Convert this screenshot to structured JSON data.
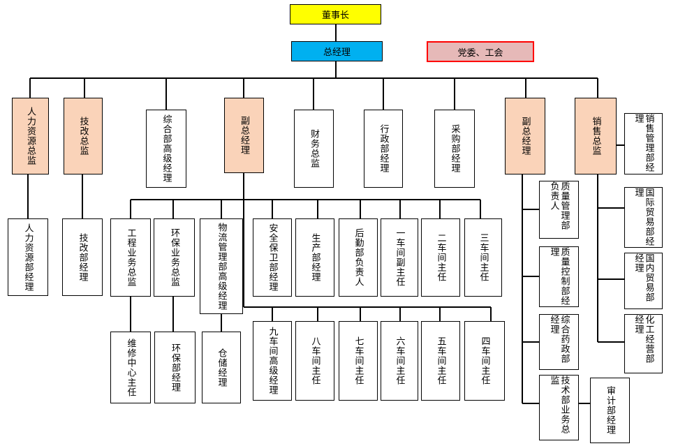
{
  "chairman": "董事长",
  "gm": "总经理",
  "party": "党委、工会",
  "level1": {
    "hr": "人力资源总监",
    "tech_reform": "技改总监",
    "general": "综合部高级经理",
    "vp_left": "副总经理",
    "finance": "财务总监",
    "admin": "行政部经理",
    "purchasing": "采购部经理",
    "vp_right": "副总经理",
    "sales": "销售总监"
  },
  "hr_sub": "人力资源部经理",
  "tech_sub": "技改部经理",
  "vp_left_subs": {
    "engineering": "工程业务总监",
    "environment": "环保业务总监",
    "logistics": "物流管理部高级经理",
    "security": "安全保卫部经理",
    "production": "生产部经理",
    "logistics_support": "后勤部负责人",
    "ws1": "一车间副主任",
    "ws2": "二车间主任",
    "ws3": "三车间主任"
  },
  "level3": {
    "maintenance": "维修中心主任",
    "env_manager": "环保部经理",
    "warehouse": "仓储经理"
  },
  "workshops_lower": {
    "ws9": "九车间高级经理",
    "ws8": "八车间主任",
    "ws7": "七车间主任",
    "ws6": "六车间主任",
    "ws5": "五车间主任",
    "ws4": "四车间主任"
  },
  "vp_right_subs": {
    "qm": "质量管理部负责人",
    "qc": "质量控制部经理",
    "pharma": "综合药政部经理",
    "tech_dept": "技术部业务总监",
    "audit": "审计部经理"
  },
  "sales_subs": {
    "sales_mgmt": "销售管理部经理",
    "intl_trade": "国际贸易部经理",
    "dom_trade": "国内贸易部经理",
    "chem": "化工经营部经理"
  }
}
